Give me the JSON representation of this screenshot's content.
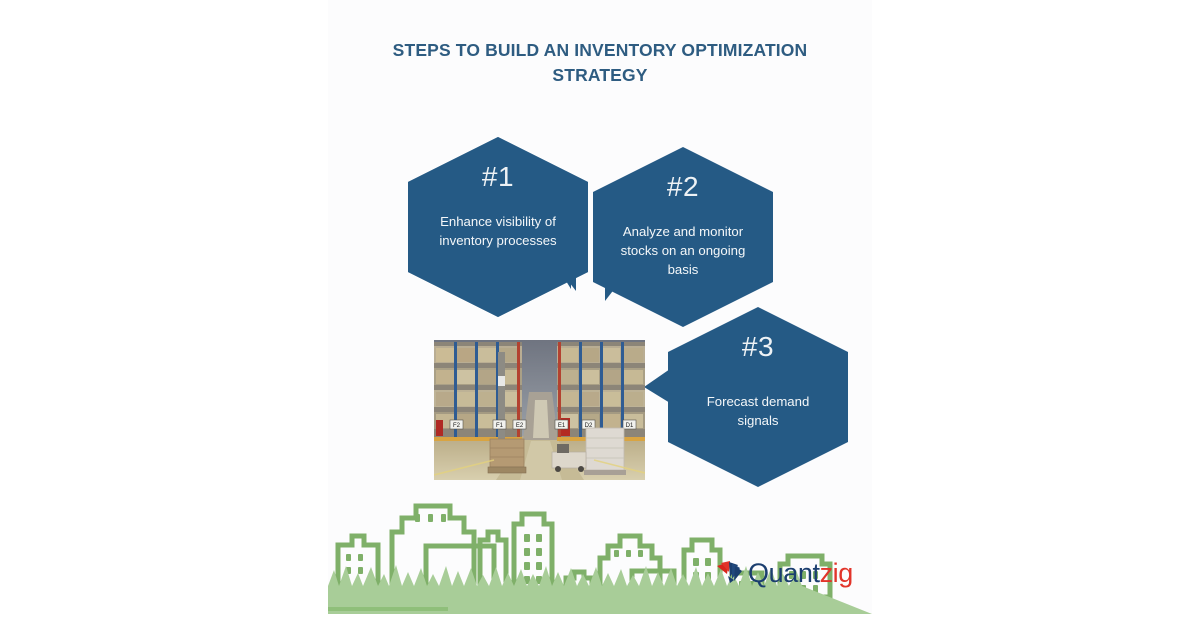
{
  "canvas": {
    "background_color": "#fcfcfd",
    "page_background_color": "#ffffff"
  },
  "header": {
    "title": "STEPS TO BUILD AN INVENTORY OPTIMIZATION STRATEGY",
    "title_color": "#2e5c81"
  },
  "theme": {
    "hexagon_fill": "#255a85",
    "hexagon_text_color": "#f4f7f9",
    "city_green": "#7fb069",
    "city_green_light": "#a8cd98",
    "logo_navy": "#1b3e6f",
    "logo_red": "#e2342a"
  },
  "steps": [
    {
      "number": "#1",
      "label": "Enhance visibility of inventory processes",
      "tail": "bottom-right"
    },
    {
      "number": "#2",
      "label": "Analyze and monitor stocks on an ongoing basis",
      "tail": "bottom-left"
    },
    {
      "number": "#3",
      "label": "Forecast demand signals",
      "tail": "left"
    }
  ],
  "photo": {
    "alt": "warehouse-aisle-with-pallet-racking",
    "aisle_signs": [
      "F2",
      "F1",
      "E2",
      "E1",
      "D2",
      "D1"
    ]
  },
  "illustration": {
    "name": "green-cityscape-skyline"
  },
  "logo": {
    "mark": "quantzig-fan-mark-icon",
    "text_primary": "Quant",
    "text_accent": "zig"
  }
}
